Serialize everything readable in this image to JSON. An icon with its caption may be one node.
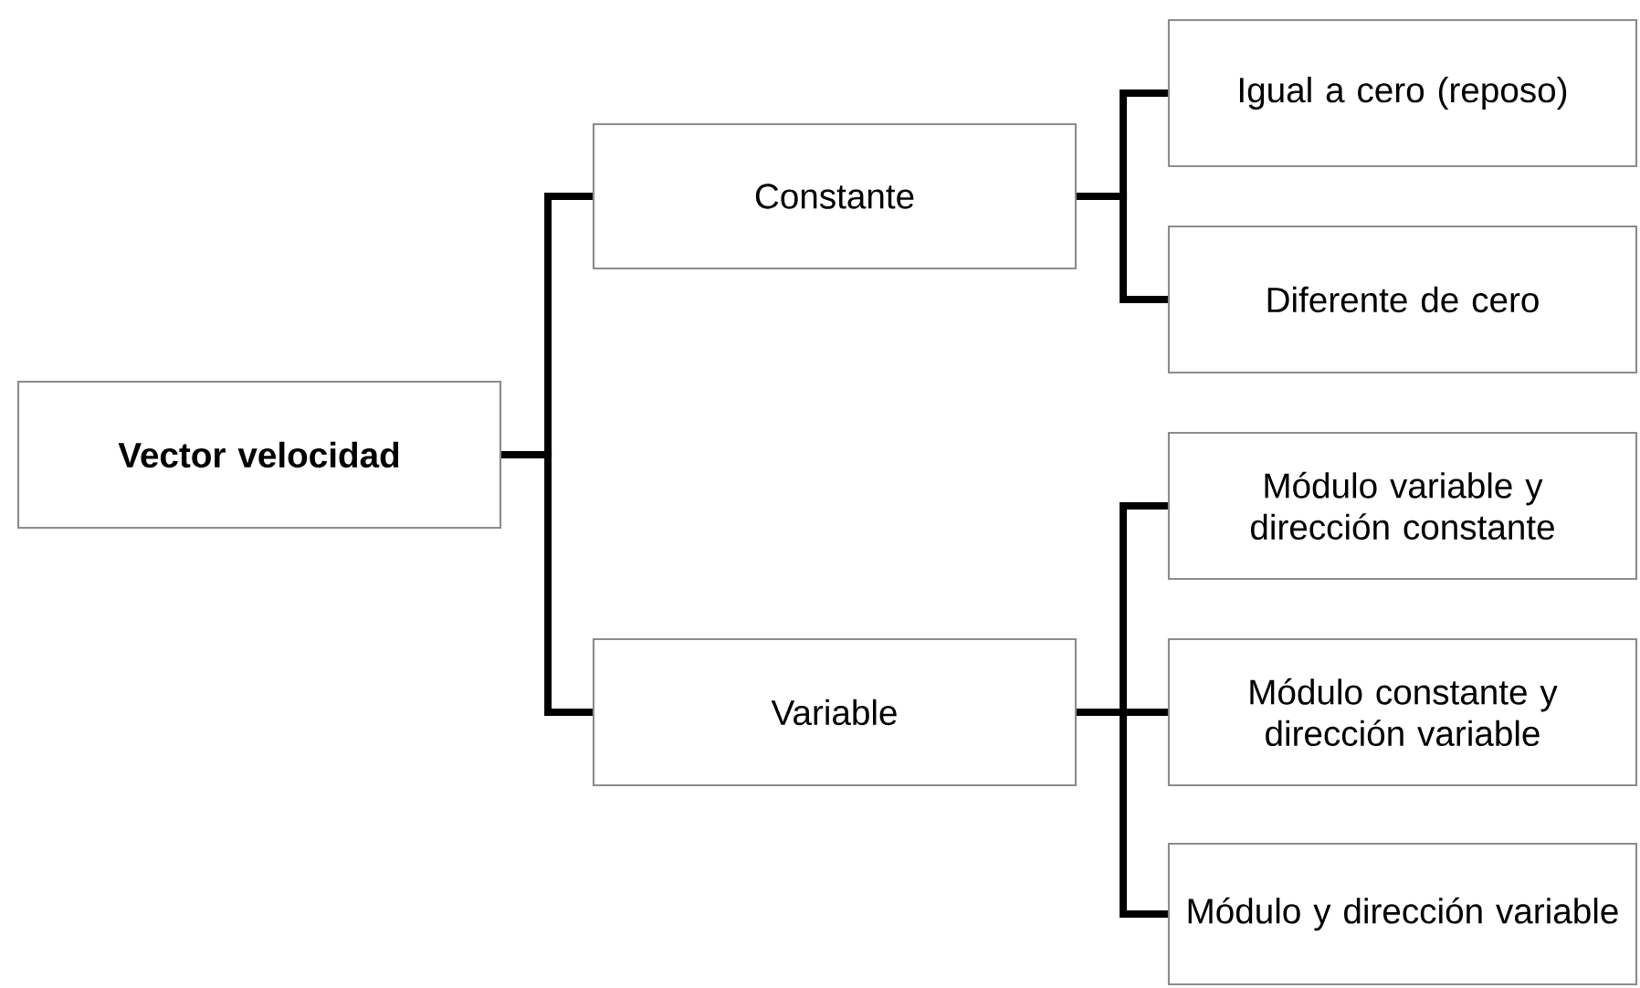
{
  "diagram": {
    "nodes": [
      {
        "text": [
          "Vector velocidad"
        ]
      },
      {
        "text": [
          "Constante"
        ]
      },
      {
        "text": [
          "Variable"
        ]
      },
      {
        "text": [
          "Igual a cero (reposo)"
        ]
      },
      {
        "text": [
          "Diferente de cero"
        ]
      },
      {
        "text": [
          "Módulo variable y dirección constante"
        ]
      },
      {
        "text": [
          "Módulo constante y dirección variable"
        ]
      },
      {
        "text": [
          "Módulo y dirección variable"
        ]
      }
    ],
    "edges": [
      {
        "from": 0,
        "to": 1,
        "arrow": "none"
      },
      {
        "from": 0,
        "to": 2,
        "arrow": "none"
      },
      {
        "from": 1,
        "to": 3,
        "arrow": "none"
      },
      {
        "from": 1,
        "to": 4,
        "arrow": "none"
      },
      {
        "from": 2,
        "to": 5,
        "arrow": "none"
      },
      {
        "from": 2,
        "to": 6,
        "arrow": "none"
      },
      {
        "from": 2,
        "to": 7,
        "arrow": "none"
      }
    ]
  }
}
